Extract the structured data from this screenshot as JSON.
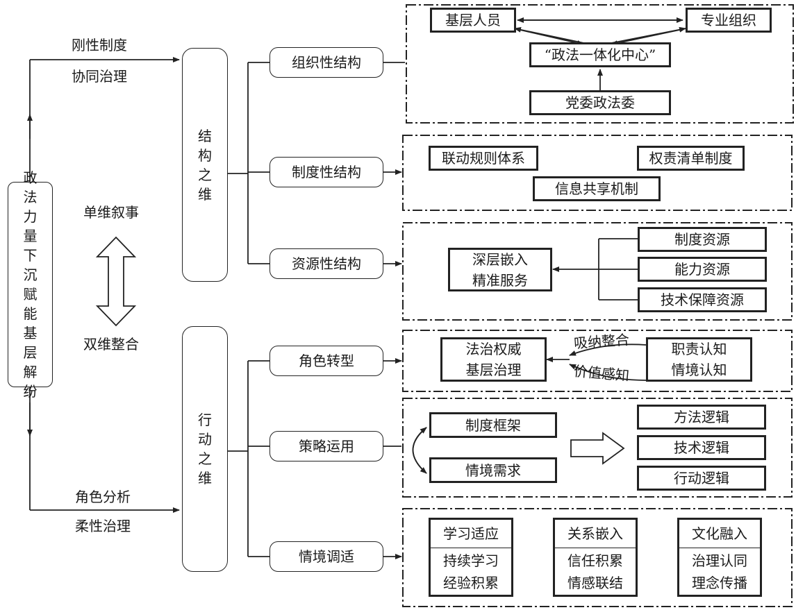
{
  "left_main": [
    "政",
    "法",
    "力",
    "量",
    "下",
    "沉",
    "赋",
    "能",
    "基",
    "层",
    "解",
    "纷"
  ],
  "left_labels": {
    "top1": "刚性制度",
    "top2": "协同治理",
    "bottom1": "角色分析",
    "bottom2": "柔性治理",
    "mid_up": "单维叙事",
    "mid_down": "双维整合"
  },
  "dimensions": {
    "structure": [
      "结",
      "构",
      "之",
      "维"
    ],
    "action": [
      "行",
      "动",
      "之",
      "维"
    ]
  },
  "branches": {
    "org": "组织性结构",
    "inst": "制度性结构",
    "res": "资源性结构",
    "role": "角色转型",
    "strategy": "策略运用",
    "context": "情境调适"
  },
  "org_panel": {
    "grassroots": "基层人员",
    "professional": "专业组织",
    "center": "“政法一体化中心”",
    "party": "党委政法委"
  },
  "inst_panel": {
    "linkage": "联动规则体系",
    "rights": "权责清单制度",
    "info": "信息共享机制"
  },
  "res_panel": {
    "target": [
      "深层嵌入",
      "精准服务"
    ],
    "items": [
      "制度资源",
      "能力资源",
      "技术保障资源"
    ]
  },
  "role_panel": {
    "left": [
      "法治权威",
      "基层治理"
    ],
    "right": [
      "职责认知",
      "情境认知"
    ],
    "upper_label": "吸纳整合",
    "lower_label": "价值感知"
  },
  "strategy_panel": {
    "left": [
      "制度框架",
      "情境需求"
    ],
    "right": [
      "方法逻辑",
      "技术逻辑",
      "行动逻辑"
    ]
  },
  "context_panel": [
    {
      "head": "学习适应",
      "body": [
        "持续学习",
        "经验积累"
      ]
    },
    {
      "head": "关系嵌入",
      "body": [
        "信任积累",
        "情感联结"
      ]
    },
    {
      "head": "文化融入",
      "body": [
        "治理认同",
        "理念传播"
      ]
    }
  ]
}
